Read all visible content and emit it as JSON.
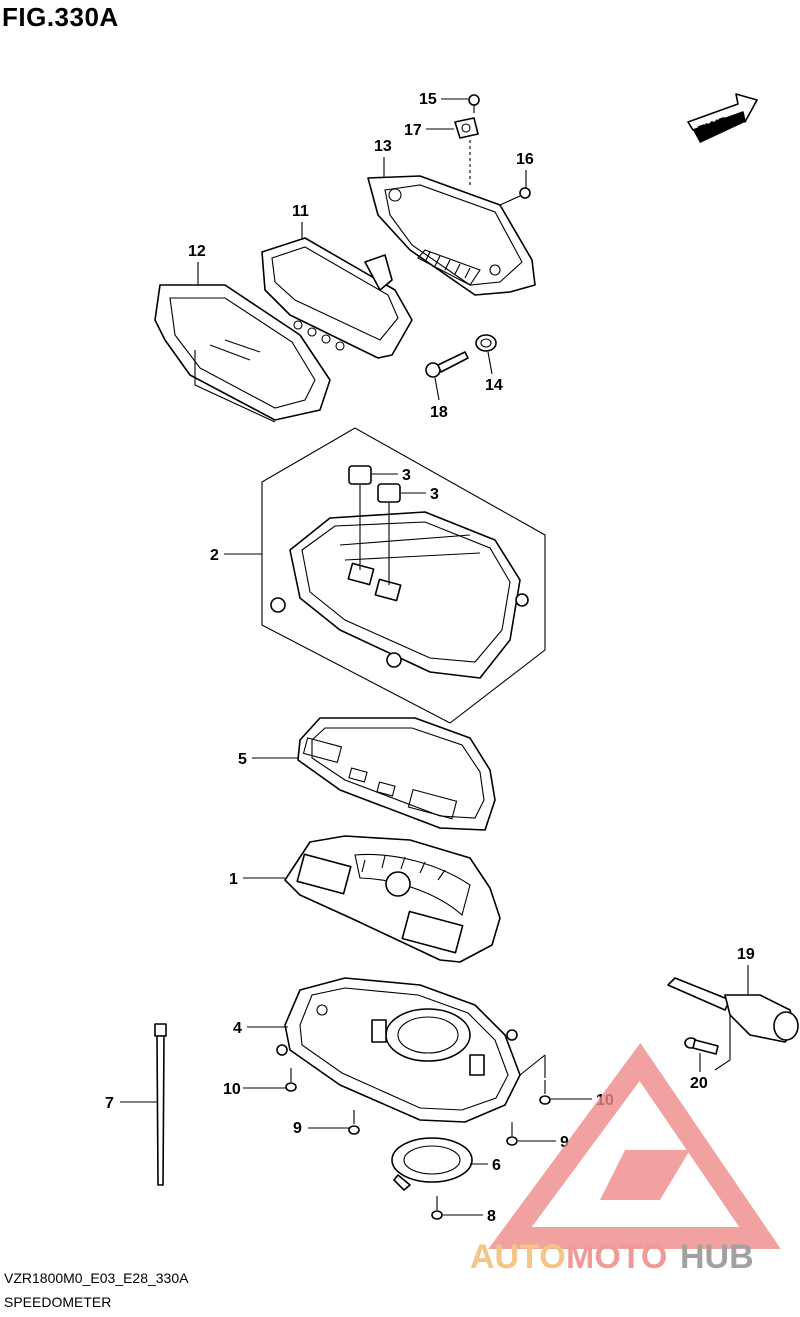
{
  "figure": {
    "title": "FIG.330A"
  },
  "direction_tag": "FWD",
  "callouts": [
    "1",
    "2",
    "3",
    "3",
    "4",
    "5",
    "6",
    "7",
    "8",
    "9",
    "9",
    "10",
    "10",
    "11",
    "12",
    "13",
    "14",
    "15",
    "16",
    "17",
    "18",
    "19",
    "20"
  ],
  "footer": {
    "code": "VZR1800M0_E03_E28_330A",
    "name": "SPEEDOMETER"
  },
  "watermark": {
    "text_a": "AUTO",
    "text_b": "MOTO",
    "text_c": "HUB",
    "color_a": "#f2b766",
    "color_b": "#ef7f7f",
    "color_c": "#8a8a8a"
  }
}
